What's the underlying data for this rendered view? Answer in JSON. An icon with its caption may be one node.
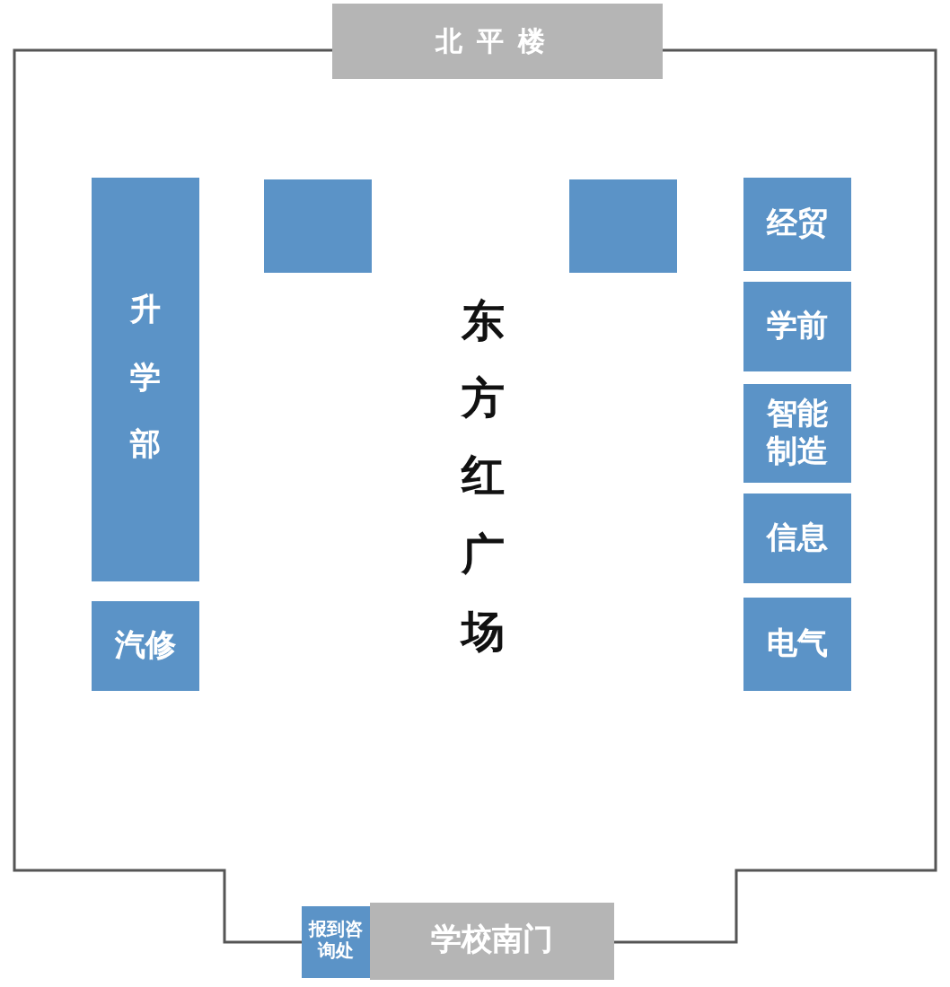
{
  "diagram": {
    "nodes": [
      {
        "text": [
          "北平楼"
        ]
      },
      {
        "text": [
          "升学部"
        ]
      },
      {
        "text": [],
        "shape": "box"
      },
      {
        "text": [],
        "shape": "box"
      },
      {
        "text": [
          "经贸"
        ]
      },
      {
        "text": [
          "学前"
        ]
      },
      {
        "text": [
          "智能制造"
        ]
      },
      {
        "text": [
          "信息"
        ]
      },
      {
        "text": [
          "汽修"
        ]
      },
      {
        "text": [
          "电气"
        ]
      },
      {
        "text": [
          "报到咨询处"
        ]
      },
      {
        "text": [
          "学校南门"
        ]
      }
    ],
    "labels": [
      "东方红广场"
    ]
  }
}
